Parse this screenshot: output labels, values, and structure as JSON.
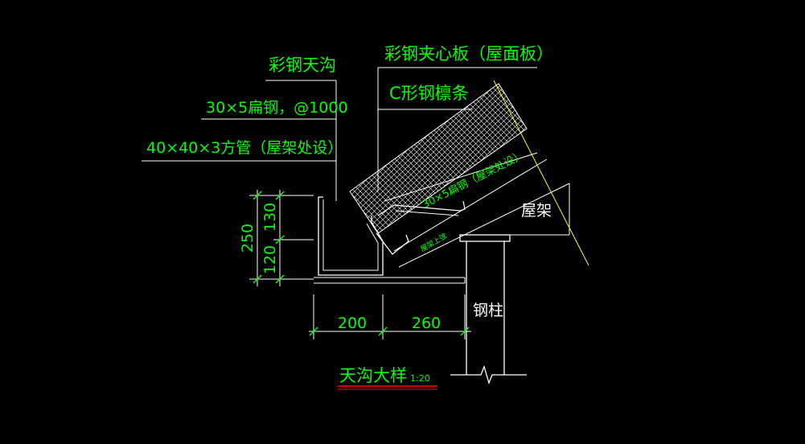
{
  "title": {
    "text": "天沟大样",
    "scale": "1:20"
  },
  "labels": {
    "gutter": "彩钢天沟",
    "flat_steel_top": "30×5扁钢，@1000",
    "square_tube": "40×40×3方管（屋架处设）",
    "sandwich_panel": "彩钢夹心板（屋面板）",
    "purlin": "C形钢檩条",
    "flat_steel_slope": "30×5扁钢（屋架处设）",
    "truss": "屋架",
    "truss_top": "屋架上弦",
    "column": "钢柱"
  },
  "dimensions": {
    "total_height": "250",
    "upper_height": "130",
    "lower_height": "120",
    "width_left": "200",
    "width_right": "260"
  },
  "colors": {
    "background": "#000000",
    "text": "#00ff00",
    "line_white": "#ffffff",
    "leader": "#ffff00",
    "title_underline": "#ff0000"
  }
}
